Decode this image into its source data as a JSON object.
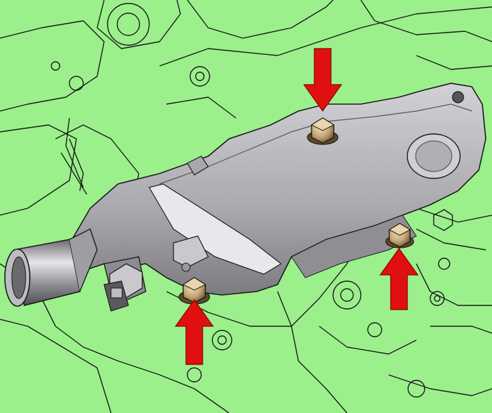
{
  "diagram": {
    "background_color": "#9cf08c",
    "line_color": "#1a1a1a",
    "part_fill": "#b9b9bd",
    "part_shadow": "#8f8f93",
    "bolt_color": "#c4a574",
    "arrow_color": "#e01010",
    "arrows": [
      {
        "icon": "arrow-down-icon",
        "direction": "down",
        "points_to": "bolt-top"
      },
      {
        "icon": "arrow-up-icon",
        "direction": "up",
        "points_to": "bolt-bottom-left"
      },
      {
        "icon": "arrow-up-icon",
        "direction": "up",
        "points_to": "bolt-right"
      }
    ],
    "bolts": [
      {
        "icon": "hex-bolt-icon",
        "name": "bolt-top"
      },
      {
        "icon": "hex-bolt-icon",
        "name": "bolt-bottom-left"
      },
      {
        "icon": "hex-bolt-icon",
        "name": "bolt-right"
      }
    ]
  }
}
